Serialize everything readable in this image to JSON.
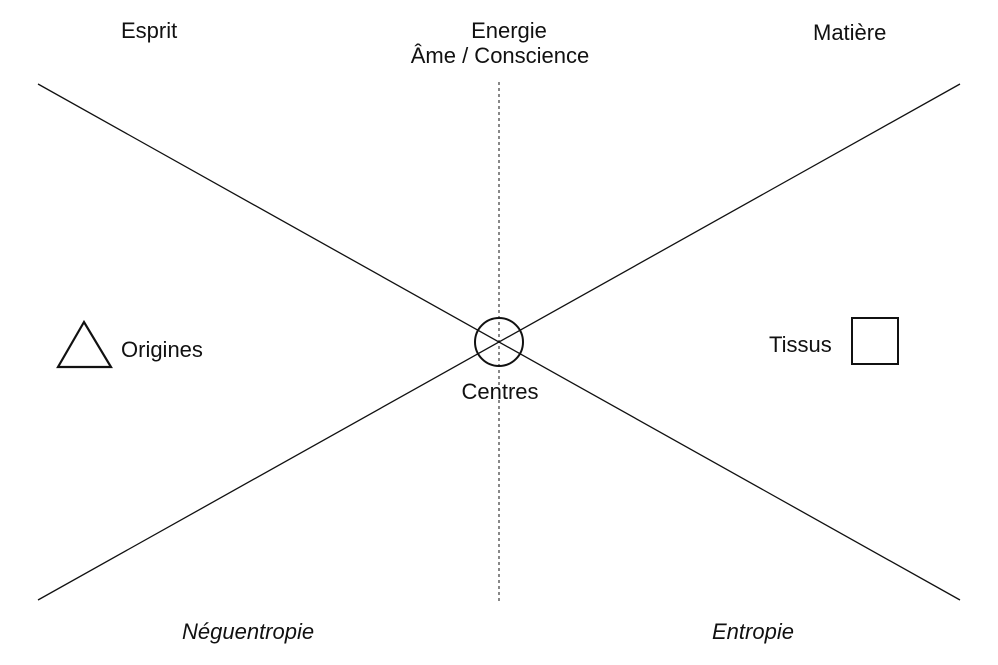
{
  "labels": {
    "top_left": "Esprit",
    "top_center_line1": "Energie",
    "top_center_line2": "Âme / Conscience",
    "top_right": "Matière",
    "left_middle": "Origines",
    "right_middle": "Tissus",
    "center": "Centres",
    "bottom_left": "Néguentropie",
    "bottom_right": "Entropie"
  },
  "symbols": {
    "left": "triangle-icon",
    "center": "circle-icon",
    "right": "square-icon"
  },
  "colors": {
    "stroke": "#111111",
    "background": "#ffffff"
  }
}
